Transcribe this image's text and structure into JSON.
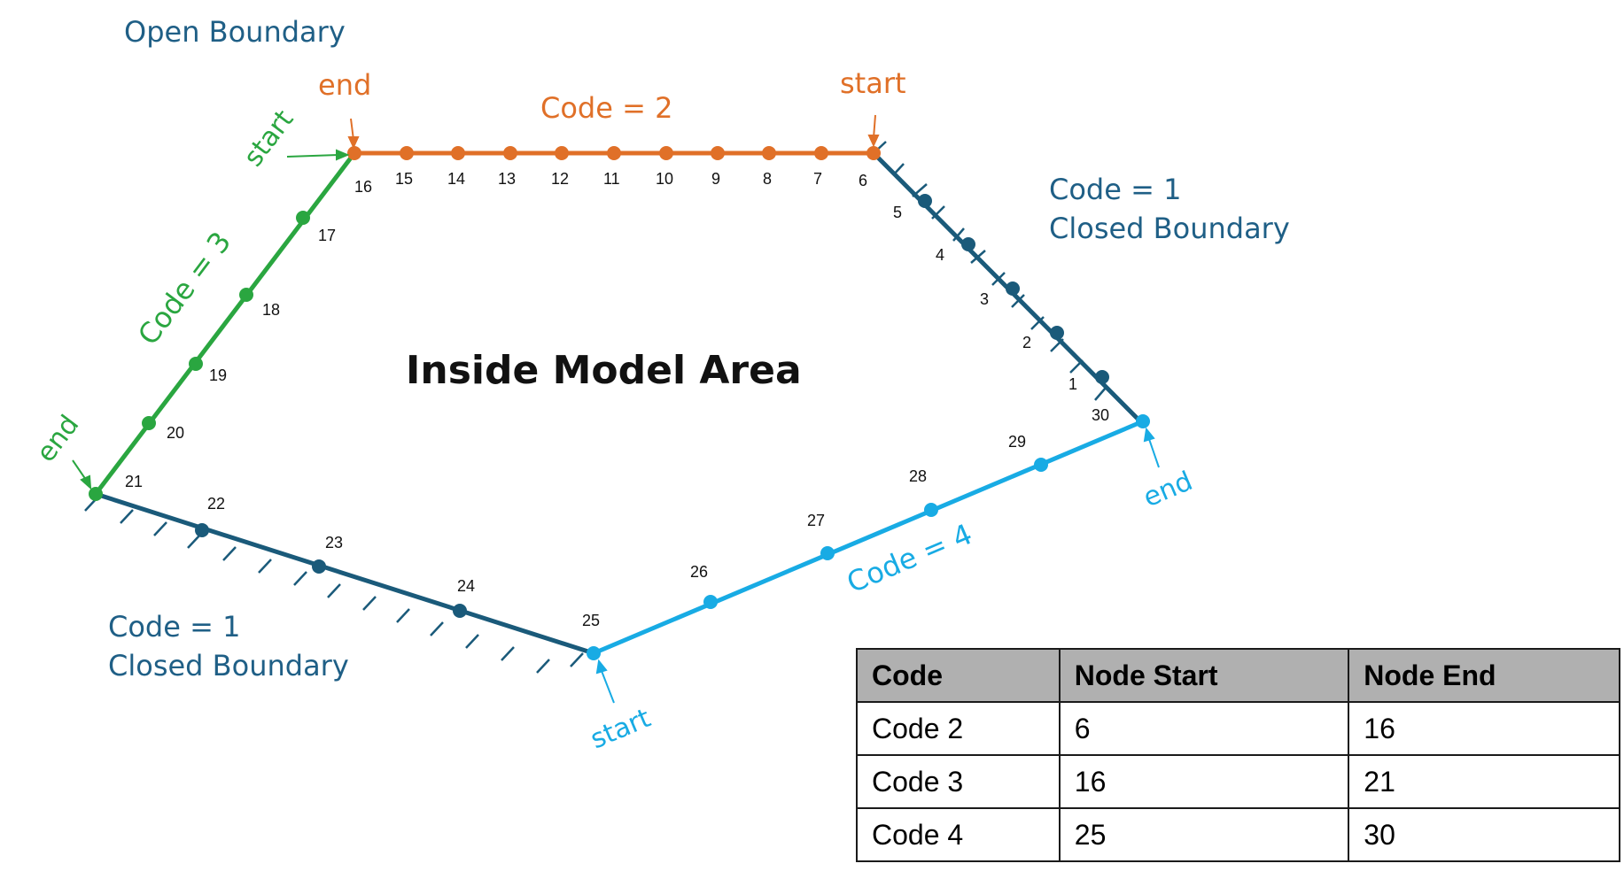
{
  "title": "Inside Model Area",
  "open_boundary_label": "Open Boundary",
  "colors": {
    "closed": "#1a5a7a",
    "code2": "#e07028",
    "code3": "#2aa640",
    "code4": "#18abe4",
    "label_blue": "#1f5f86"
  },
  "segment_labels": {
    "code2": "Code = 2",
    "code3": "Code = 3",
    "code4": "Code = 4",
    "closed_right_code": "Code = 1",
    "closed_right_desc": "Closed Boundary",
    "closed_left_code": "Code = 1",
    "closed_left_desc": "Closed Boundary"
  },
  "markers": {
    "code2_end": "end",
    "code2_start": "start",
    "code3_start": "start",
    "code3_end": "end",
    "code4_start": "start",
    "code4_end": "end"
  },
  "nodes": [
    "1",
    "2",
    "3",
    "4",
    "5",
    "6",
    "7",
    "8",
    "9",
    "10",
    "11",
    "12",
    "13",
    "14",
    "15",
    "16",
    "17",
    "18",
    "19",
    "20",
    "21",
    "22",
    "23",
    "24",
    "25",
    "26",
    "27",
    "28",
    "29",
    "30"
  ],
  "table": {
    "headers": [
      "Code",
      "Node Start",
      "Node End"
    ],
    "rows": [
      [
        "Code 2",
        "6",
        "16"
      ],
      [
        "Code 3",
        "16",
        "21"
      ],
      [
        "Code 4",
        "25",
        "30"
      ]
    ]
  }
}
